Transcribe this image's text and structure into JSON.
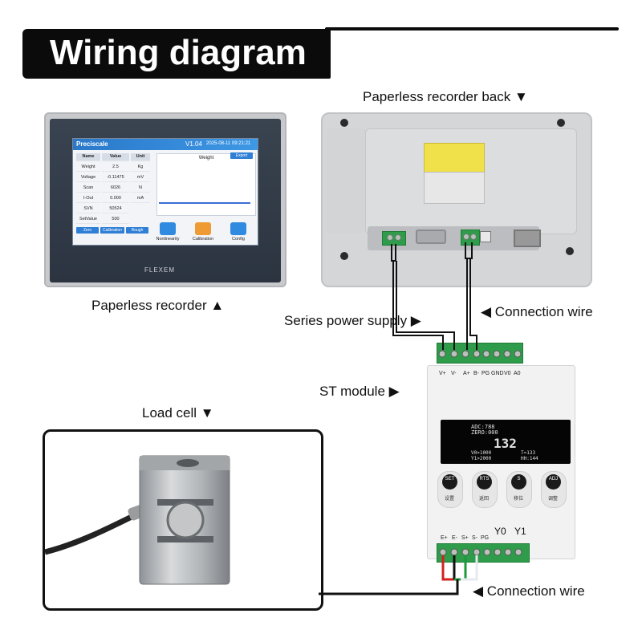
{
  "header": {
    "title": "Wiring diagram"
  },
  "captions": {
    "recorder_back": "Paperless recorder back ▼",
    "recorder_front": "Paperless recorder ▲",
    "series_power": "Series power supply ▶",
    "connection_wire_top": "◀ Connection wire",
    "st_module": "ST module ▶",
    "load_cell": "Load cell ▼",
    "connection_wire_bottom": "◀ Connection wire"
  },
  "recorder_screen": {
    "app_name": "Preciscale",
    "version": "V1.04",
    "datetime": "2025-08-11 09:21:21",
    "export_label": "Export",
    "table_headers": [
      "Name",
      "Value",
      "Unit"
    ],
    "rows": [
      {
        "name": "Weight",
        "value": "2.5",
        "unit": "Kg"
      },
      {
        "name": "Voltage",
        "value": "-0.11475",
        "unit": "mV"
      },
      {
        "name": "Scan",
        "value": "6026",
        "unit": "N"
      },
      {
        "name": "I-Out",
        "value": "0.000",
        "unit": "mA"
      },
      {
        "name": "SVN",
        "value": "50524",
        "unit": ""
      },
      {
        "name": "SetValue",
        "value": "500",
        "unit": ""
      }
    ],
    "chart_title": "Weight",
    "buttons": [
      "Zero",
      "Calibration",
      "Rough"
    ],
    "tiles": [
      "Nonlinearity",
      "Calibration",
      "Config"
    ],
    "brand": "FLEXEM"
  },
  "st_module": {
    "top_terminals": [
      "V+",
      "V-",
      "A+",
      "B-",
      "PG",
      "GND",
      "V0",
      "A0"
    ],
    "bottom_terminals": [
      "E+",
      "E-",
      "S+",
      "S-",
      "PG"
    ],
    "output_labels": [
      "Y0",
      "Y1"
    ],
    "display": {
      "line1": "ADC:788",
      "line2": "ZERO:000",
      "value": "132",
      "bl": "V0>1000",
      "bl2": "Y1>2000",
      "br": "T=133",
      "br2": "HH:144"
    },
    "buttons": [
      {
        "label": "SET",
        "sub": "设置"
      },
      {
        "label": "RTS",
        "sub": "返回"
      },
      {
        "label": "S",
        "sub": "移位"
      },
      {
        "label": "ADJ",
        "sub": "调整"
      }
    ]
  },
  "colors": {
    "banner": "#0b0b0b",
    "terminal_green": "#2e9c4a",
    "wire_black": "#111111",
    "wire_red": "#d42020",
    "wire_green": "#1b9a3a",
    "wire_white": "#ffffff",
    "screen_header_blue": "#2b78c9"
  }
}
